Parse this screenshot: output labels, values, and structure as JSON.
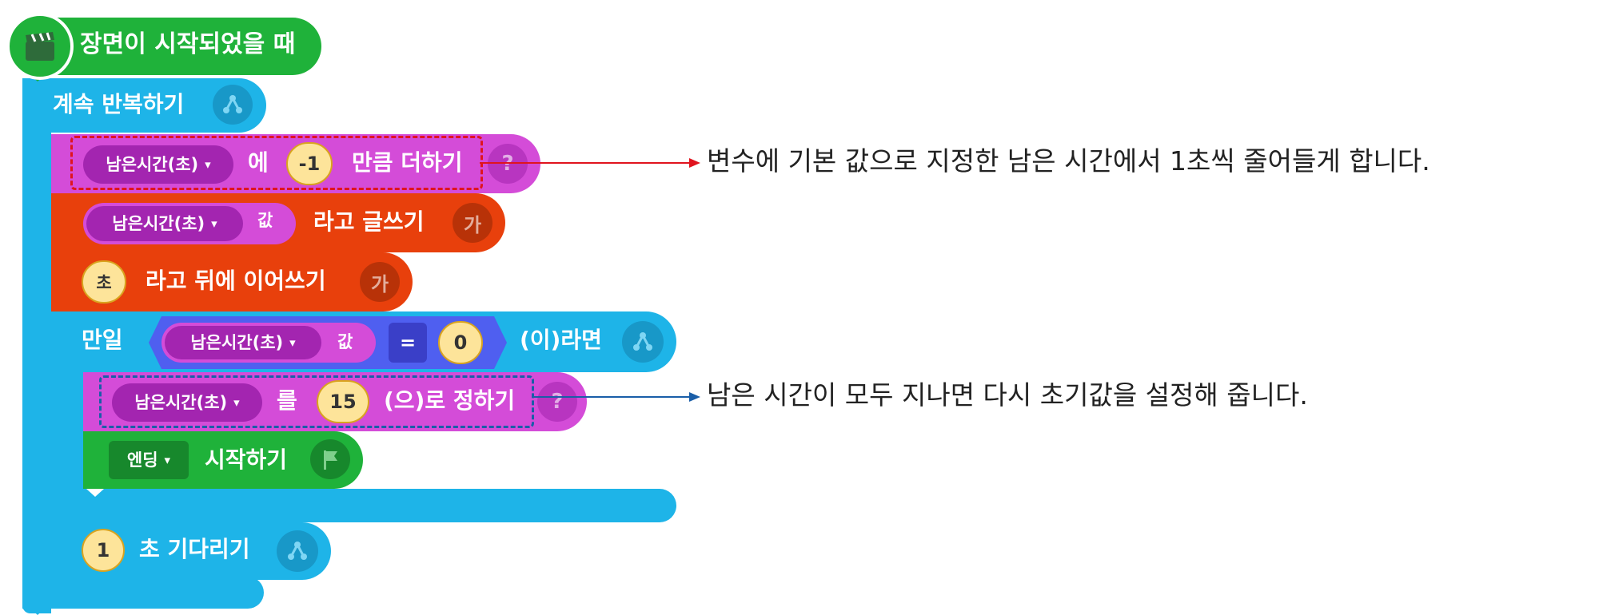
{
  "blocks": {
    "when_scene_starts": "장면이 시작되었을 때",
    "repeat_forever": "계속 반복하기",
    "add_var": {
      "variable": "남은시간(초)",
      "connector": "에",
      "amount": "-1",
      "suffix": "만큼 더하기"
    },
    "write": {
      "variable": "남은시간(초)",
      "value_word": "값",
      "suffix": "라고 글쓰기"
    },
    "append": {
      "text": "초",
      "suffix": "라고 뒤에 이어쓰기"
    },
    "if_block": {
      "prefix": "만일",
      "variable": "남은시간(초)",
      "value_word": "값",
      "operator": "=",
      "compare": "0",
      "suffix": "(이)라면"
    },
    "set_var": {
      "variable": "남은시간(초)",
      "connector": "를",
      "value": "15",
      "suffix": "(으)로 정하기"
    },
    "start_scene": {
      "scene": "엔딩",
      "suffix": "시작하기"
    },
    "wait": {
      "seconds": "1",
      "suffix": "초 기다리기"
    },
    "dropdown_arrow": "▾",
    "category_text": "가",
    "help_symbol": "?"
  },
  "annotations": [
    {
      "text": "변수에 기본 값으로 지정한 남은 시간에서 1초씩 줄어들게 합니다.",
      "color": "#e0141e"
    },
    {
      "text": "남은 시간이 모두 지나면 다시 초기값을 설정해 줍니다.",
      "color": "#1a5ea8"
    }
  ],
  "colors": {
    "start_green": "#1fb23a",
    "flow_blue": "#1eb4e8",
    "variable_magenta": "#d44cd8",
    "variable_dark": "#a325b0",
    "text_orange": "#e8400c",
    "number_yellow": "#fde49a",
    "compare_blue": "#4f5ff0"
  },
  "icons": [
    "clapperboard-icon",
    "flow-icon",
    "help-icon",
    "text-icon",
    "flag-icon"
  ]
}
